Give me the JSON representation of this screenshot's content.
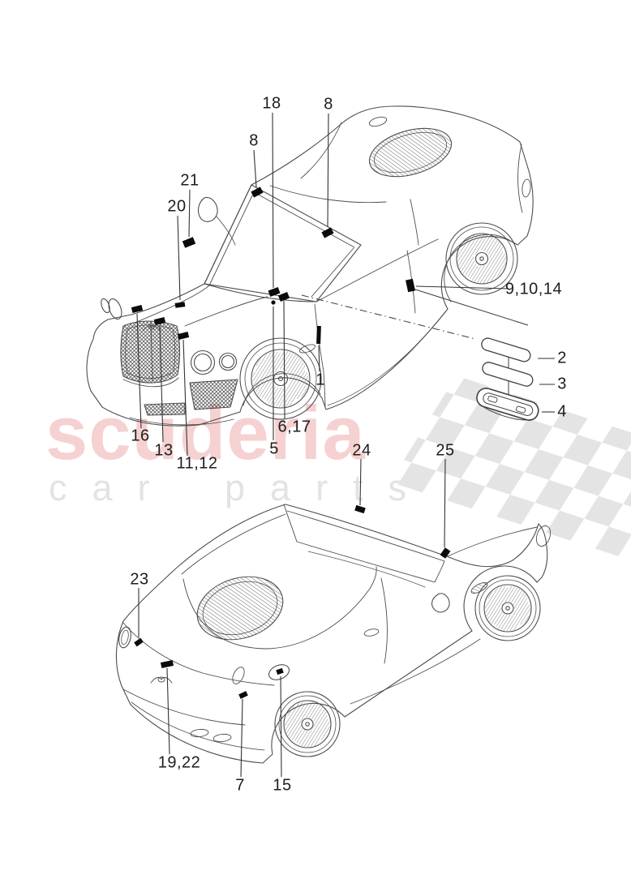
{
  "watermark": {
    "brand": "scuderia",
    "subtitle": "car parts"
  },
  "colors": {
    "watermark_pink": "#f6d1d1",
    "watermark_gray": "#e3e3e3",
    "flag_gray": "#e4e4e4",
    "line_gray": "#4d4d4d",
    "marker_black": "#0b0b0b"
  },
  "callouts": {
    "top": [
      "18",
      "8",
      "8",
      "21",
      "20",
      "16",
      "13",
      "11,12",
      "5",
      "6,17",
      "1",
      "9,10,14"
    ],
    "parts": [
      "2",
      "3",
      "4"
    ],
    "bottom": [
      "23",
      "24",
      "25",
      "19,22",
      "7",
      "15"
    ]
  }
}
